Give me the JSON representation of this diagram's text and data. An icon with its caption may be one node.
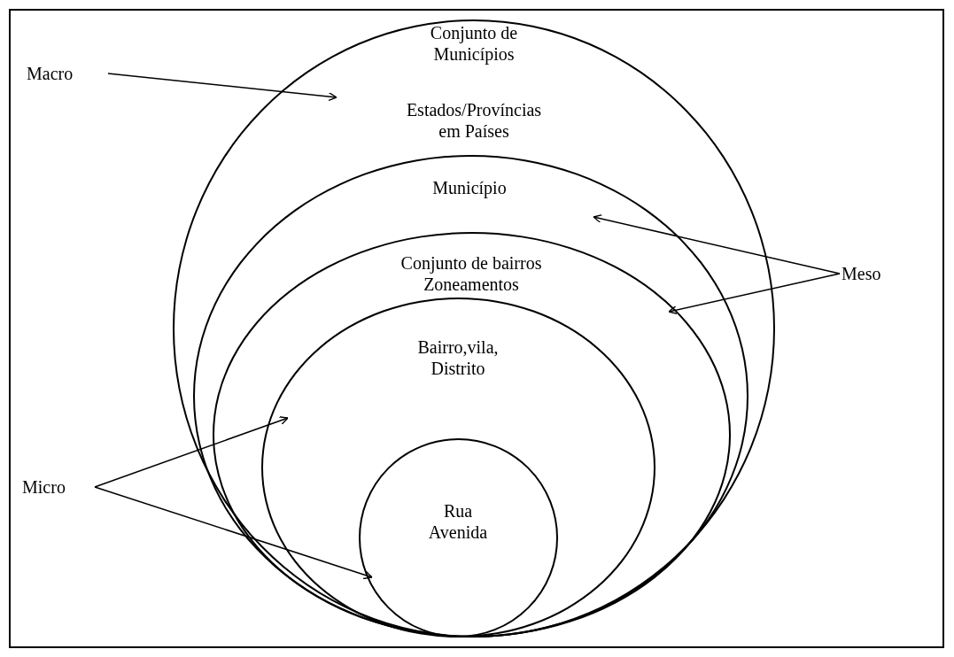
{
  "diagram": {
    "nodes": [
      {
        "text": [
          "Conjunto de Municípios",
          "Estados/Províncias em Países"
        ]
      },
      {
        "text": [
          "Município"
        ],
        "in": 0
      },
      {
        "text": [
          "Conjunto de bairros Zoneamentos"
        ],
        "in": 1
      },
      {
        "text": [
          "Bairro,vila, Distrito"
        ],
        "in": 2
      },
      {
        "text": [
          "Rua Avenida"
        ],
        "in": 3
      },
      {
        "text": [
          "Macro"
        ]
      },
      {
        "text": [
          "Meso"
        ]
      },
      {
        "text": [
          "Micro"
        ]
      }
    ],
    "edges": [
      {
        "from": 5,
        "to": 0,
        "arrow": "to"
      },
      {
        "from": 6,
        "to": 1,
        "arrow": "to"
      },
      {
        "from": 6,
        "to": 2,
        "arrow": "to"
      },
      {
        "from": 7,
        "to": 3,
        "arrow": "to"
      },
      {
        "from": 7,
        "to": 4,
        "arrow": "to"
      }
    ]
  }
}
